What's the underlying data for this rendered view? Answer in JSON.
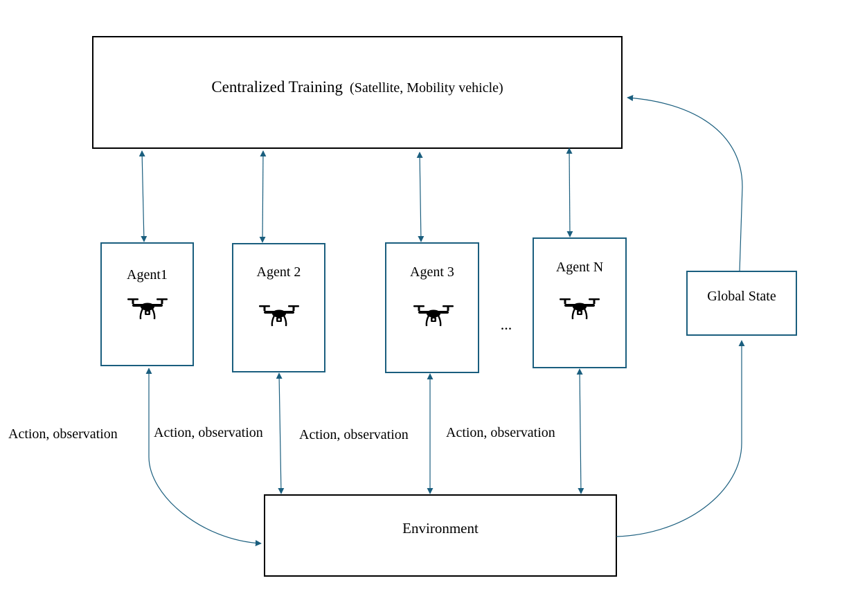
{
  "training": {
    "label_main": "Centralized Training",
    "label_detail": "(Satellite, Mobility vehicle)"
  },
  "agents": [
    {
      "label": "Agent1"
    },
    {
      "label": "Agent 2"
    },
    {
      "label": "Agent 3"
    },
    {
      "label": "Agent N"
    }
  ],
  "ellipsis": "...",
  "global_state": "Global State",
  "environment": "Environment",
  "edge_labels": [
    "Action, observation",
    "Action, observation",
    "Action, observation",
    "Action, observation"
  ],
  "colors": {
    "connector": "#1a5e7e",
    "box_border_dark": "#000000",
    "box_border_blue": "#1a5e7e"
  },
  "icons": {
    "agent": "drone-icon"
  }
}
